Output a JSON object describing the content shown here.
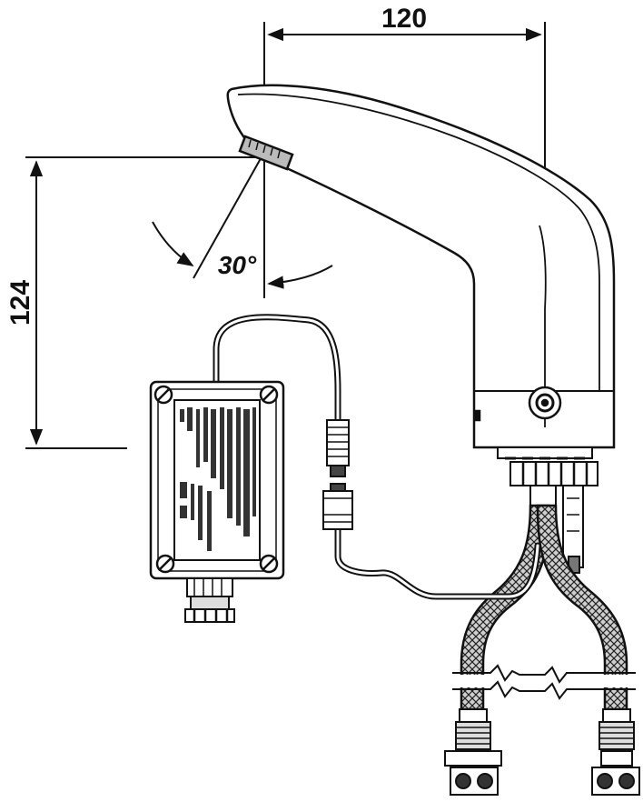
{
  "dimensions": {
    "spout_reach": "120",
    "spout_height": "124",
    "spray_angle": "30°"
  },
  "colors": {
    "line": "#111111",
    "background": "#ffffff",
    "hose_fill": "#cfcfcf"
  },
  "icons": {
    "box_screws": "screw-icon",
    "sensor_window": "sensor-icon"
  }
}
